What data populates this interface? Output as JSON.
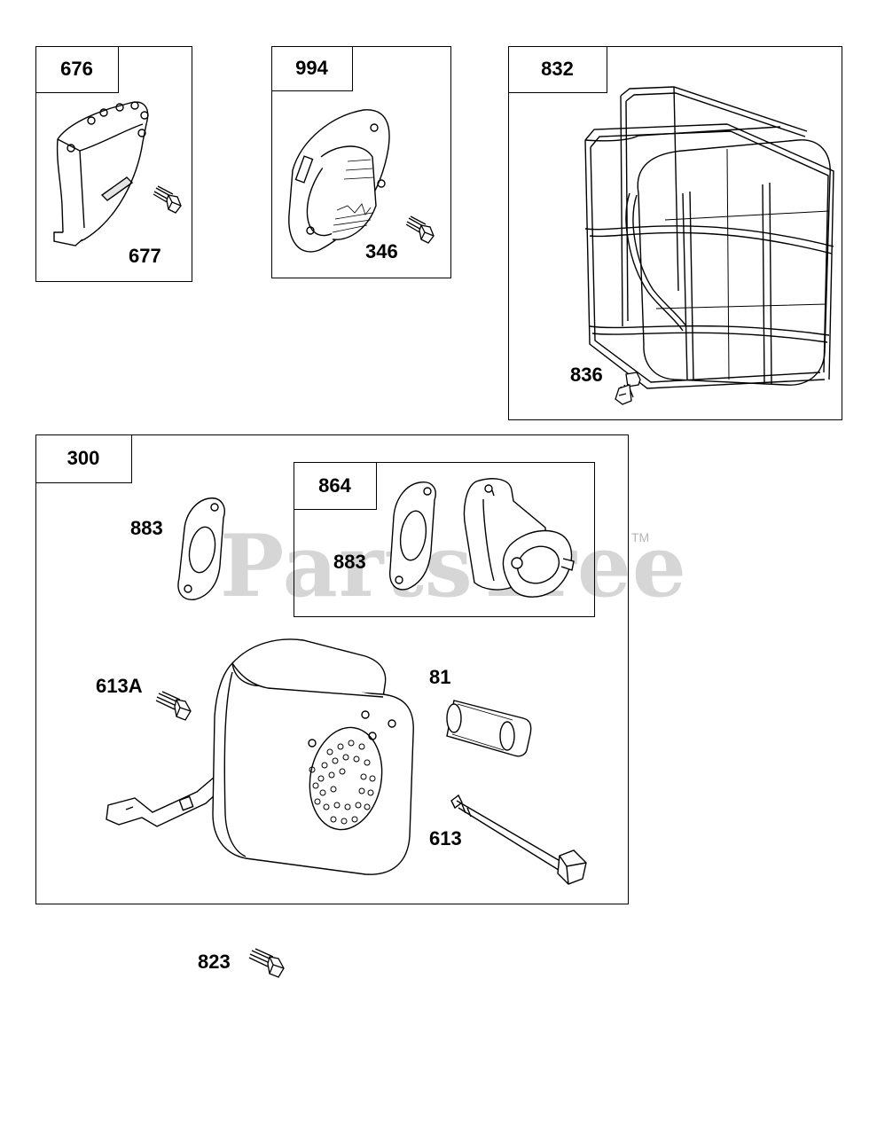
{
  "watermark": {
    "brand": "PartsTree",
    "tm": "TM"
  },
  "assemblies": {
    "a676": {
      "tag": "676",
      "screw": "677"
    },
    "a994": {
      "tag": "994",
      "screw": "346"
    },
    "a832": {
      "tag": "832",
      "screw": "836"
    },
    "a300": {
      "tag": "300",
      "gasket": "883",
      "sub864": {
        "tag": "864",
        "gasket": "883"
      },
      "screw": "613A",
      "deflector": "81",
      "bolt": "613"
    }
  },
  "loose_screw": "823"
}
